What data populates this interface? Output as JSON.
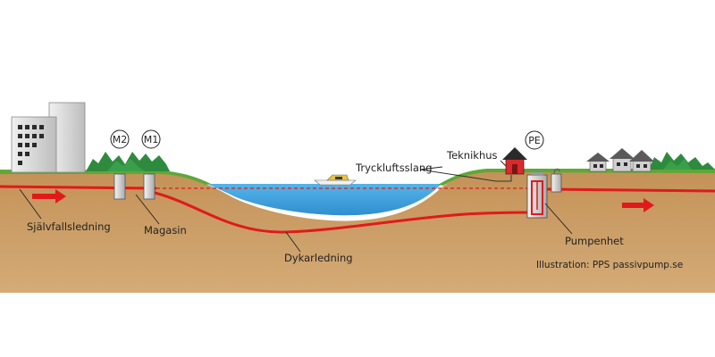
{
  "diagram": {
    "labels": {
      "sjalvfallsledning": "Självfallsledning",
      "magasin": "Magasin",
      "dykarledning": "Dykarledning",
      "tryckluftsslang": "Tryckluftsslang",
      "teknikhus": "Teknikhus",
      "pumpenhet": "Pumpenhet"
    },
    "badges": {
      "m2": "M2",
      "m1": "M1",
      "pe": "PE"
    },
    "credit": "Illustration: PPS passivpump.se",
    "colors": {
      "ground": "#c9995f",
      "grass": "#5fa838",
      "water": "#3d9fd9",
      "pipe": "#e01a1a",
      "trees": "#2e8b3e",
      "building": "#d6d6d6",
      "teknikhus": "#d92b2b"
    }
  }
}
